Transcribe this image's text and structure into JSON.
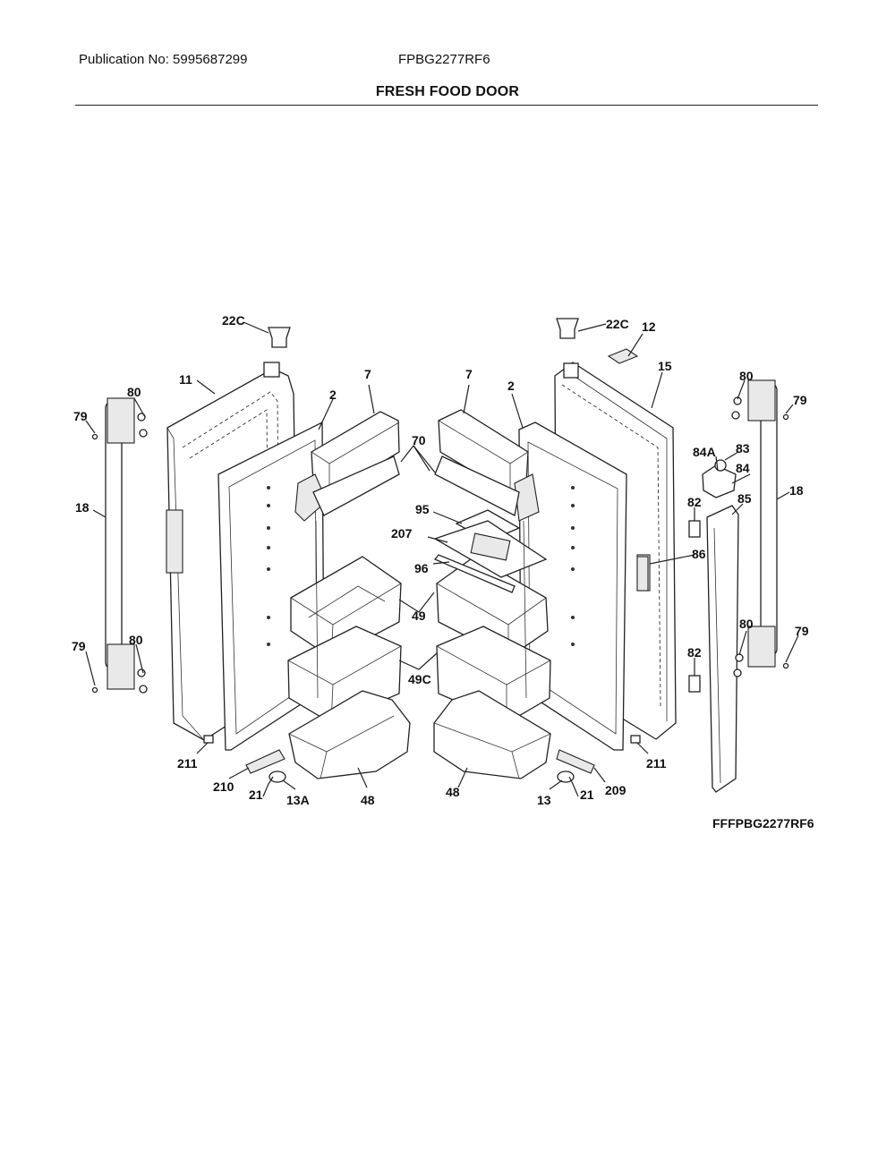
{
  "header": {
    "publication": "Publication No: 5995687299",
    "model": "FPBG2277RF6",
    "title": "FRESH FOOD DOOR"
  },
  "figure_code": "FFFPBG2277RF6",
  "callouts": {
    "c22C_l": "22C",
    "c22C_r": "22C",
    "c12": "12",
    "c11": "11",
    "c15": "15",
    "c7_l": "7",
    "c7_r": "7",
    "c2_l": "2",
    "c2_r": "2",
    "c80_tl": "80",
    "c80_tr": "80",
    "c79_tl": "79",
    "c79_tr": "79",
    "c18_l": "18",
    "c18_r": "18",
    "c70": "70",
    "c95": "95",
    "c207": "207",
    "c96": "96",
    "c84A": "84A",
    "c83": "83",
    "c84": "84",
    "c82_t": "82",
    "c85": "85",
    "c86": "86",
    "c49": "49",
    "c49C": "49C",
    "c80_bl": "80",
    "c79_bl": "79",
    "c80_br": "80",
    "c79_br": "79",
    "c82_b": "82",
    "c211_l": "211",
    "c211_r": "211",
    "c210": "210",
    "c21_l": "21",
    "c13A": "13A",
    "c48_l": "48",
    "c48_r": "48",
    "c13": "13",
    "c21_r": "21",
    "c209": "209"
  }
}
